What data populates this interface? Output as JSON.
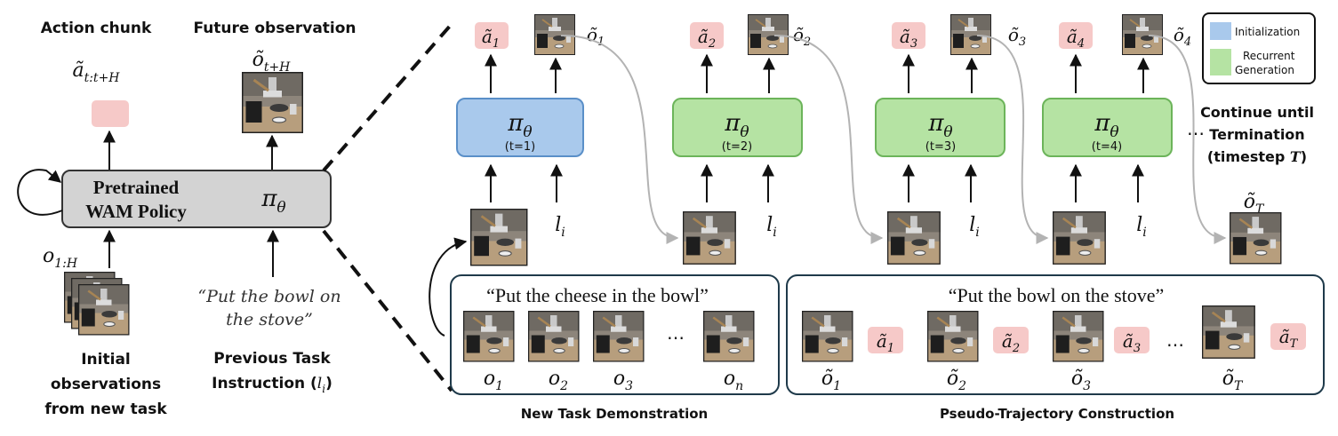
{
  "left": {
    "action_chunk_title": "Action chunk",
    "action_chunk_symbol": "ã",
    "action_chunk_sub": "t:t+H",
    "future_obs_title": "Future observation",
    "future_obs_symbol": "õ",
    "future_obs_sub": "t+H",
    "policy_line1": "Pretrained",
    "policy_line2": "WAM Policy",
    "policy_symbol": "π",
    "policy_sub": "θ",
    "obs_symbol": "o",
    "obs_sub": "1:H",
    "initial_obs_line1": "Initial",
    "initial_obs_line2": "observations",
    "initial_obs_line3": "from new task",
    "instruction_line1": "“Put the bowl on",
    "instruction_line2": "the stove”",
    "prev_task_line1": "Previous Task",
    "prev_task_line2": "Instruction (",
    "prev_task_symbol": "l",
    "prev_task_sub": "i",
    "prev_task_close": ")"
  },
  "legend": {
    "initialization": "Initialization",
    "recurrent_line1": "Recurrent",
    "recurrent_line2": "Generation",
    "init_color": "#a9c9ec",
    "recurrent_color": "#b5e3a3"
  },
  "steps": [
    {
      "pi": "π",
      "theta": "θ",
      "t": "(t=1)",
      "a": "ã",
      "a_sub": "1",
      "o": "õ",
      "o_sub": "1",
      "l": "l",
      "l_sub": "i",
      "kind": "initialization"
    },
    {
      "pi": "π",
      "theta": "θ",
      "t": "(t=2)",
      "a": "ã",
      "a_sub": "2",
      "o": "õ",
      "o_sub": "2",
      "l": "l",
      "l_sub": "i",
      "kind": "recurrent"
    },
    {
      "pi": "π",
      "theta": "θ",
      "t": "(t=3)",
      "a": "ã",
      "a_sub": "3",
      "o": "õ",
      "o_sub": "3",
      "l": "l",
      "l_sub": "i",
      "kind": "recurrent"
    },
    {
      "pi": "π",
      "theta": "θ",
      "t": "(t=4)",
      "a": "ã",
      "a_sub": "4",
      "o": "õ",
      "o_sub": "4",
      "l": "l",
      "l_sub": "i",
      "kind": "recurrent"
    }
  ],
  "dots": "…",
  "continue": {
    "line1": "Continue until",
    "line2": "Termination",
    "line3a": "(timestep ",
    "line3_symbol": "T",
    "line3b": ")",
    "final_symbol": "õ",
    "final_sub": "T"
  },
  "demo": {
    "instruction": "“Put the cheese in the bowl”",
    "dots": "…",
    "frames": [
      {
        "sym": "o",
        "sub": "1"
      },
      {
        "sym": "o",
        "sub": "2"
      },
      {
        "sym": "o",
        "sub": "3"
      },
      {
        "sym": "o",
        "sub": "n"
      }
    ],
    "label": "New Task Demonstration"
  },
  "pseudo": {
    "instruction": "“Put the bowl on the stove”",
    "dots": "…",
    "frames": [
      {
        "o": "õ",
        "o_sub": "1",
        "a": "ã",
        "a_sub": "1"
      },
      {
        "o": "õ",
        "o_sub": "2",
        "a": "ã",
        "a_sub": "2"
      },
      {
        "o": "õ",
        "o_sub": "3",
        "a": "ã",
        "a_sub": "3"
      },
      {
        "o": "õ",
        "o_sub": "T",
        "a": "ã",
        "a_sub": "T"
      }
    ],
    "label": "Pseudo-Trajectory Construction"
  },
  "colors": {
    "action_chip": "#f6c9c8",
    "box_border": "#1f3a4a",
    "policy_fill": "#d3d3d3",
    "gray_arrow": "#b3b3b3"
  }
}
